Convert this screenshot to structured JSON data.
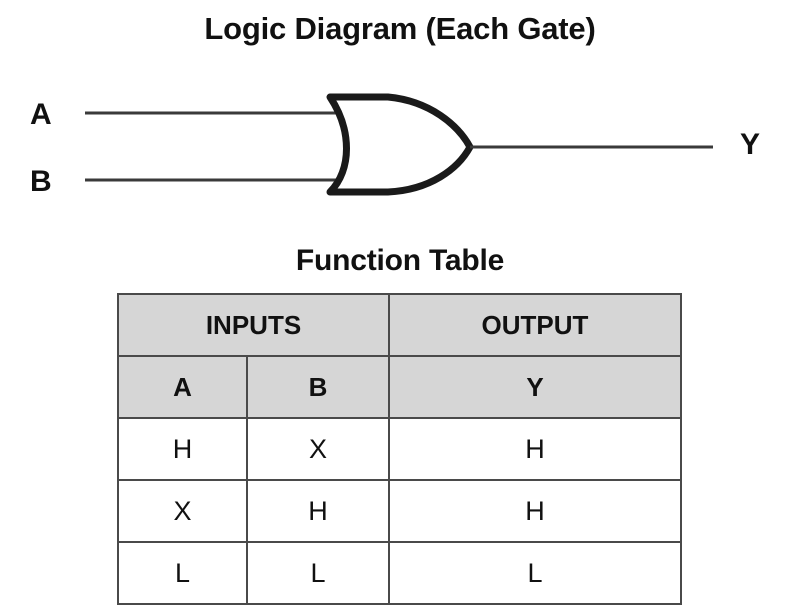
{
  "diagram": {
    "title": "Logic Diagram (Each Gate)",
    "gate_type": "or-gate",
    "inputs": [
      {
        "label": "A"
      },
      {
        "label": "B"
      }
    ],
    "output": {
      "label": "Y"
    }
  },
  "function_table": {
    "title": "Function Table",
    "group_headers": [
      {
        "label": "INPUTS",
        "span": 2
      },
      {
        "label": "OUTPUT",
        "span": 1
      }
    ],
    "column_headers": [
      "A",
      "B",
      "Y"
    ],
    "rows": [
      [
        "H",
        "X",
        "H"
      ],
      [
        "X",
        "H",
        "H"
      ],
      [
        "L",
        "L",
        "L"
      ]
    ]
  },
  "colors": {
    "ink": "#111111",
    "header_fill": "#d6d6d6",
    "border": "#4a4a4a",
    "wire": "#3a3a3a",
    "background": "#ffffff"
  }
}
